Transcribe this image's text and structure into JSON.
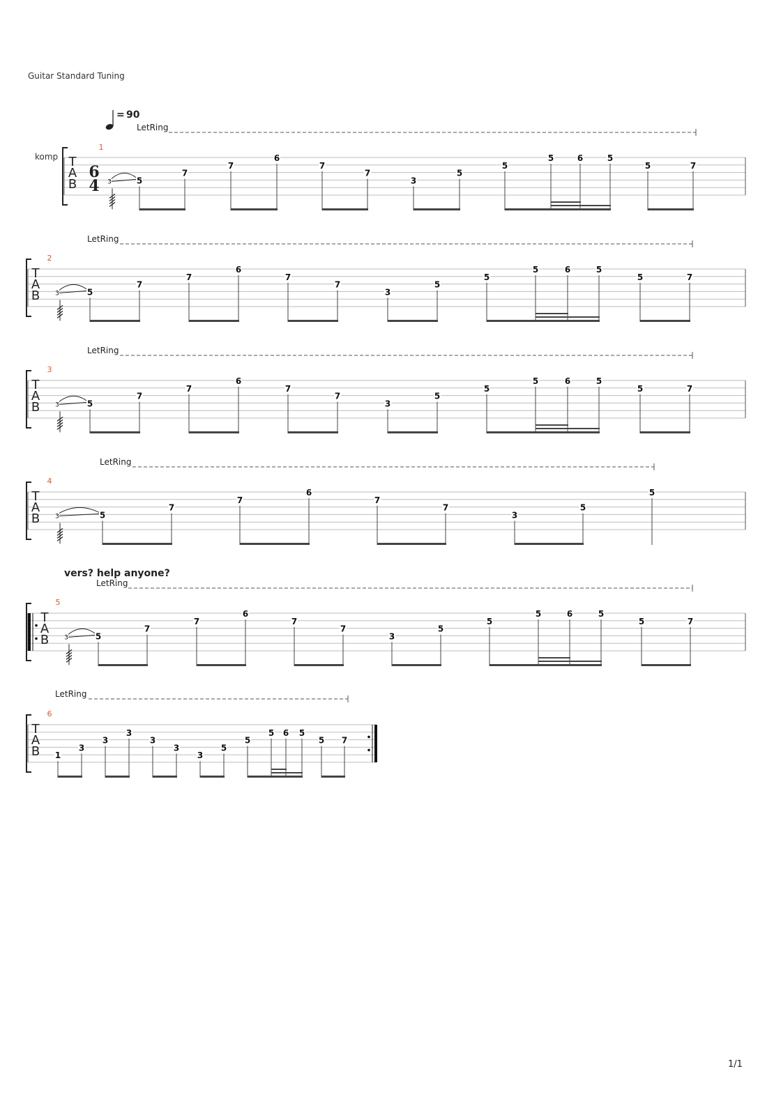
{
  "tuning_label": "Guitar Standard Tuning",
  "tempo": {
    "symbol": "=",
    "value": "90"
  },
  "track_label": "komp",
  "time_signature": {
    "top": "6",
    "bottom": "4"
  },
  "tab_letters": [
    "T",
    "A",
    "B"
  ],
  "let_ring_label": "LetRing",
  "section_text": "vers? help anyone?",
  "page_number": "1/1",
  "colors": {
    "bar_number": "#e4572e",
    "ink": "#222222",
    "staff_line": "#bbbbbb"
  },
  "systems": [
    {
      "bar_number": "1",
      "let_ring": "LetRing",
      "grace": {
        "fret": "3",
        "string": 4
      },
      "notes": [
        {
          "fret": "5",
          "string": 4
        },
        {
          "fret": "7",
          "string": 3
        },
        {
          "fret": "7",
          "string": 2
        },
        {
          "fret": "6",
          "string": 1
        },
        {
          "fret": "7",
          "string": 2
        },
        {
          "fret": "7",
          "string": 3
        },
        {
          "fret": "3",
          "string": 4
        },
        {
          "fret": "5",
          "string": 3
        },
        {
          "fret": "5",
          "string": 2
        },
        {
          "fret": "5",
          "string": 1
        },
        {
          "fret": "6",
          "string": 1
        },
        {
          "fret": "5",
          "string": 1
        },
        {
          "fret": "5",
          "string": 2
        },
        {
          "fret": "7",
          "string": 2
        }
      ]
    },
    {
      "bar_number": "2",
      "let_ring": "LetRing",
      "grace": {
        "fret": "3",
        "string": 4
      },
      "notes": [
        {
          "fret": "5",
          "string": 4
        },
        {
          "fret": "7",
          "string": 3
        },
        {
          "fret": "7",
          "string": 2
        },
        {
          "fret": "6",
          "string": 1
        },
        {
          "fret": "7",
          "string": 2
        },
        {
          "fret": "7",
          "string": 3
        },
        {
          "fret": "3",
          "string": 4
        },
        {
          "fret": "5",
          "string": 3
        },
        {
          "fret": "5",
          "string": 2
        },
        {
          "fret": "5",
          "string": 1
        },
        {
          "fret": "6",
          "string": 1
        },
        {
          "fret": "5",
          "string": 1
        },
        {
          "fret": "5",
          "string": 2
        },
        {
          "fret": "7",
          "string": 2
        }
      ]
    },
    {
      "bar_number": "3",
      "let_ring": "LetRing",
      "grace": {
        "fret": "3",
        "string": 4
      },
      "notes": [
        {
          "fret": "5",
          "string": 4
        },
        {
          "fret": "7",
          "string": 3
        },
        {
          "fret": "7",
          "string": 2
        },
        {
          "fret": "6",
          "string": 1
        },
        {
          "fret": "7",
          "string": 2
        },
        {
          "fret": "7",
          "string": 3
        },
        {
          "fret": "3",
          "string": 4
        },
        {
          "fret": "5",
          "string": 3
        },
        {
          "fret": "5",
          "string": 2
        },
        {
          "fret": "5",
          "string": 1
        },
        {
          "fret": "6",
          "string": 1
        },
        {
          "fret": "5",
          "string": 1
        },
        {
          "fret": "5",
          "string": 2
        },
        {
          "fret": "7",
          "string": 2
        }
      ]
    },
    {
      "bar_number": "4",
      "let_ring": "LetRing",
      "grace": {
        "fret": "3",
        "string": 4
      },
      "notes": [
        {
          "fret": "5",
          "string": 4
        },
        {
          "fret": "7",
          "string": 3
        },
        {
          "fret": "7",
          "string": 2
        },
        {
          "fret": "6",
          "string": 1
        },
        {
          "fret": "7",
          "string": 2
        },
        {
          "fret": "7",
          "string": 3
        },
        {
          "fret": "3",
          "string": 4
        },
        {
          "fret": "5",
          "string": 3
        },
        {
          "fret": "5",
          "string": 1
        }
      ]
    },
    {
      "bar_number": "5",
      "let_ring": "LetRing",
      "grace": {
        "fret": "3",
        "string": 4
      },
      "notes": [
        {
          "fret": "5",
          "string": 4
        },
        {
          "fret": "7",
          "string": 3
        },
        {
          "fret": "7",
          "string": 2
        },
        {
          "fret": "6",
          "string": 1
        },
        {
          "fret": "7",
          "string": 2
        },
        {
          "fret": "7",
          "string": 3
        },
        {
          "fret": "3",
          "string": 4
        },
        {
          "fret": "5",
          "string": 3
        },
        {
          "fret": "5",
          "string": 2
        },
        {
          "fret": "5",
          "string": 1
        },
        {
          "fret": "6",
          "string": 1
        },
        {
          "fret": "5",
          "string": 1
        },
        {
          "fret": "5",
          "string": 2
        },
        {
          "fret": "7",
          "string": 2
        }
      ]
    },
    {
      "bar_number": "6",
      "let_ring": "LetRing",
      "notes": [
        {
          "fret": "1",
          "string": 5
        },
        {
          "fret": "3",
          "string": 4
        },
        {
          "fret": "3",
          "string": 3
        },
        {
          "fret": "3",
          "string": 2
        },
        {
          "fret": "3",
          "string": 3
        },
        {
          "fret": "3",
          "string": 4
        },
        {
          "fret": "3",
          "string": 5
        },
        {
          "fret": "5",
          "string": 4
        },
        {
          "fret": "5",
          "string": 3
        },
        {
          "fret": "5",
          "string": 2
        },
        {
          "fret": "6",
          "string": 2
        },
        {
          "fret": "5",
          "string": 2
        },
        {
          "fret": "5",
          "string": 3
        },
        {
          "fret": "7",
          "string": 3
        }
      ]
    }
  ]
}
